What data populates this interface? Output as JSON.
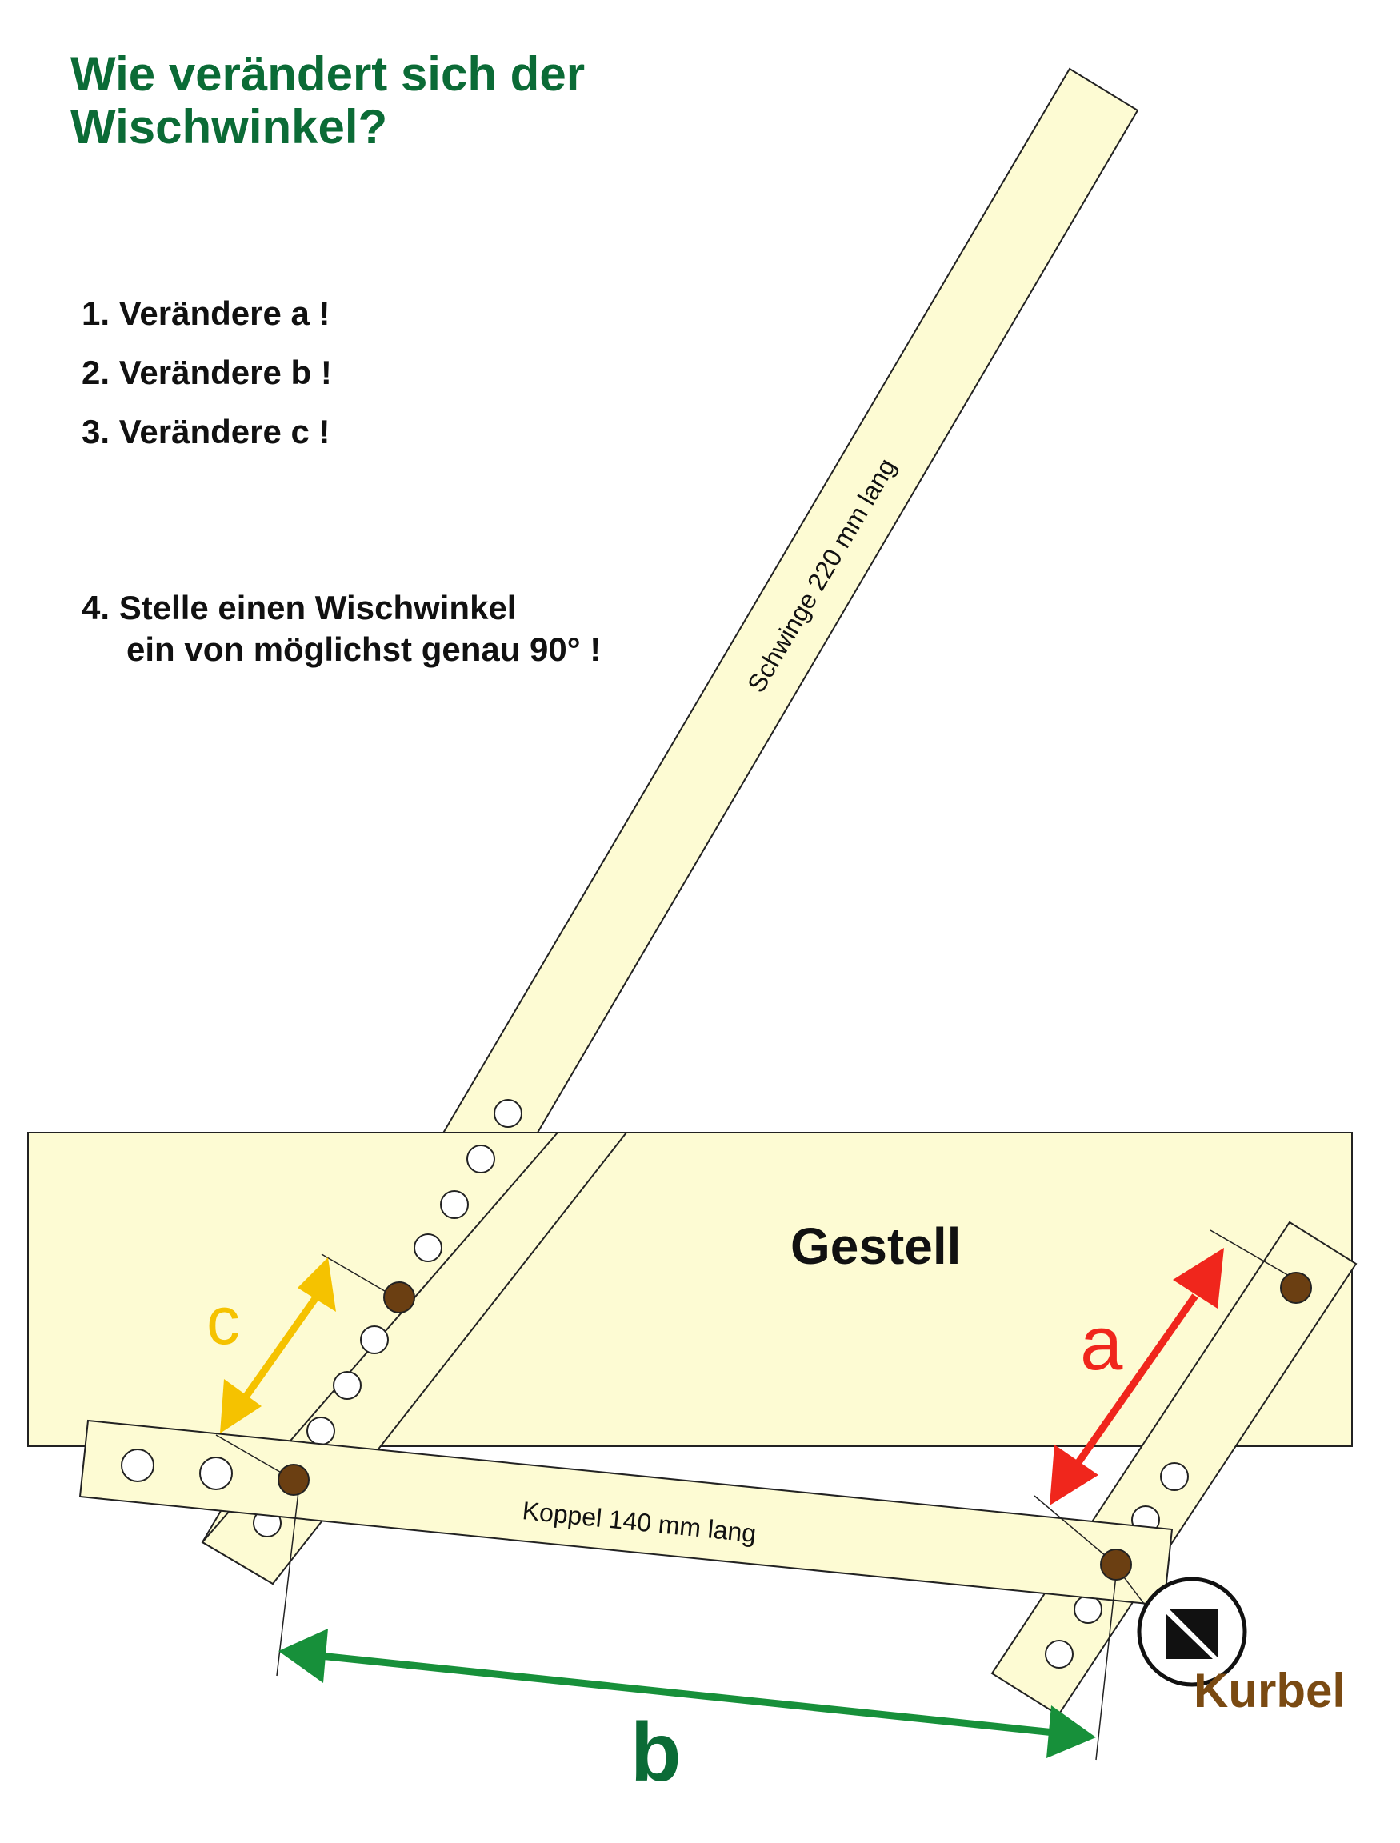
{
  "title": {
    "line1": "Wie verändert sich der",
    "line2": "Wischwinkel?"
  },
  "tasks": [
    "1. Verändere a !",
    "2. Verändere b !",
    "3. Verändere c !"
  ],
  "task4": {
    "line1": "4. Stelle einen Wischwinkel",
    "line2": "ein von möglichst genau 90° !"
  },
  "labels": {
    "gestell": "Gestell",
    "schwinge": "Schwinge   220 mm lang",
    "koppel": "Koppel 140 mm lang",
    "kurbel": "Kurbel",
    "a": "a",
    "b": "b",
    "c": "c"
  },
  "colors": {
    "title": "#0b6b36",
    "part_fill": "#fdfbd3",
    "pivot": "#6b3f12",
    "arrow_a": "#f0261c",
    "arrow_b": "#17903a",
    "arrow_c": "#f5c200",
    "kurbel_text": "#7a4a12"
  },
  "icons": [
    "rotate-handle-icon"
  ]
}
